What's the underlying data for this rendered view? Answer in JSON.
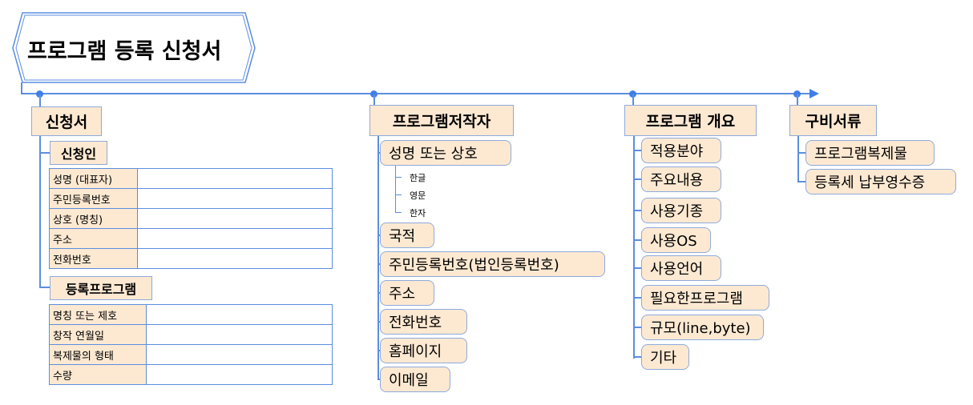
{
  "title": "프로그램 등록 신청서",
  "colors": {
    "line": "#5b8ee0",
    "fill": "#fde9d2",
    "border": "#8eaadc"
  },
  "branches": {
    "application": {
      "label": "신청서",
      "applicant": {
        "label": "신청인",
        "rows": [
          "성명 (대표자)",
          "주민등록번호",
          "상호 (명칭)",
          "주소",
          "전화번호"
        ]
      },
      "program": {
        "label": "등록프로그램",
        "rows": [
          "명칭 또는 제호",
          "창작 연월일",
          "복제물의 형태",
          "수량"
        ]
      }
    },
    "author": {
      "label": "프로그램저작자",
      "items": [
        "성명 또는 상호",
        "국적",
        "주민등록번호(법인등록번호)",
        "주소",
        "전화번호",
        "홈페이지",
        "이메일"
      ],
      "name_sub": [
        "한글",
        "영문",
        "한자"
      ]
    },
    "overview": {
      "label": "프로그램 개요",
      "items": [
        "적용분야",
        "주요내용",
        "사용기종",
        "사용OS",
        "사용언어",
        "필요한프로그램",
        "규모(line,byte)",
        "기타"
      ]
    },
    "documents": {
      "label": "구비서류",
      "items": [
        "프로그램복제물",
        "등록세 납부영수증"
      ]
    }
  }
}
